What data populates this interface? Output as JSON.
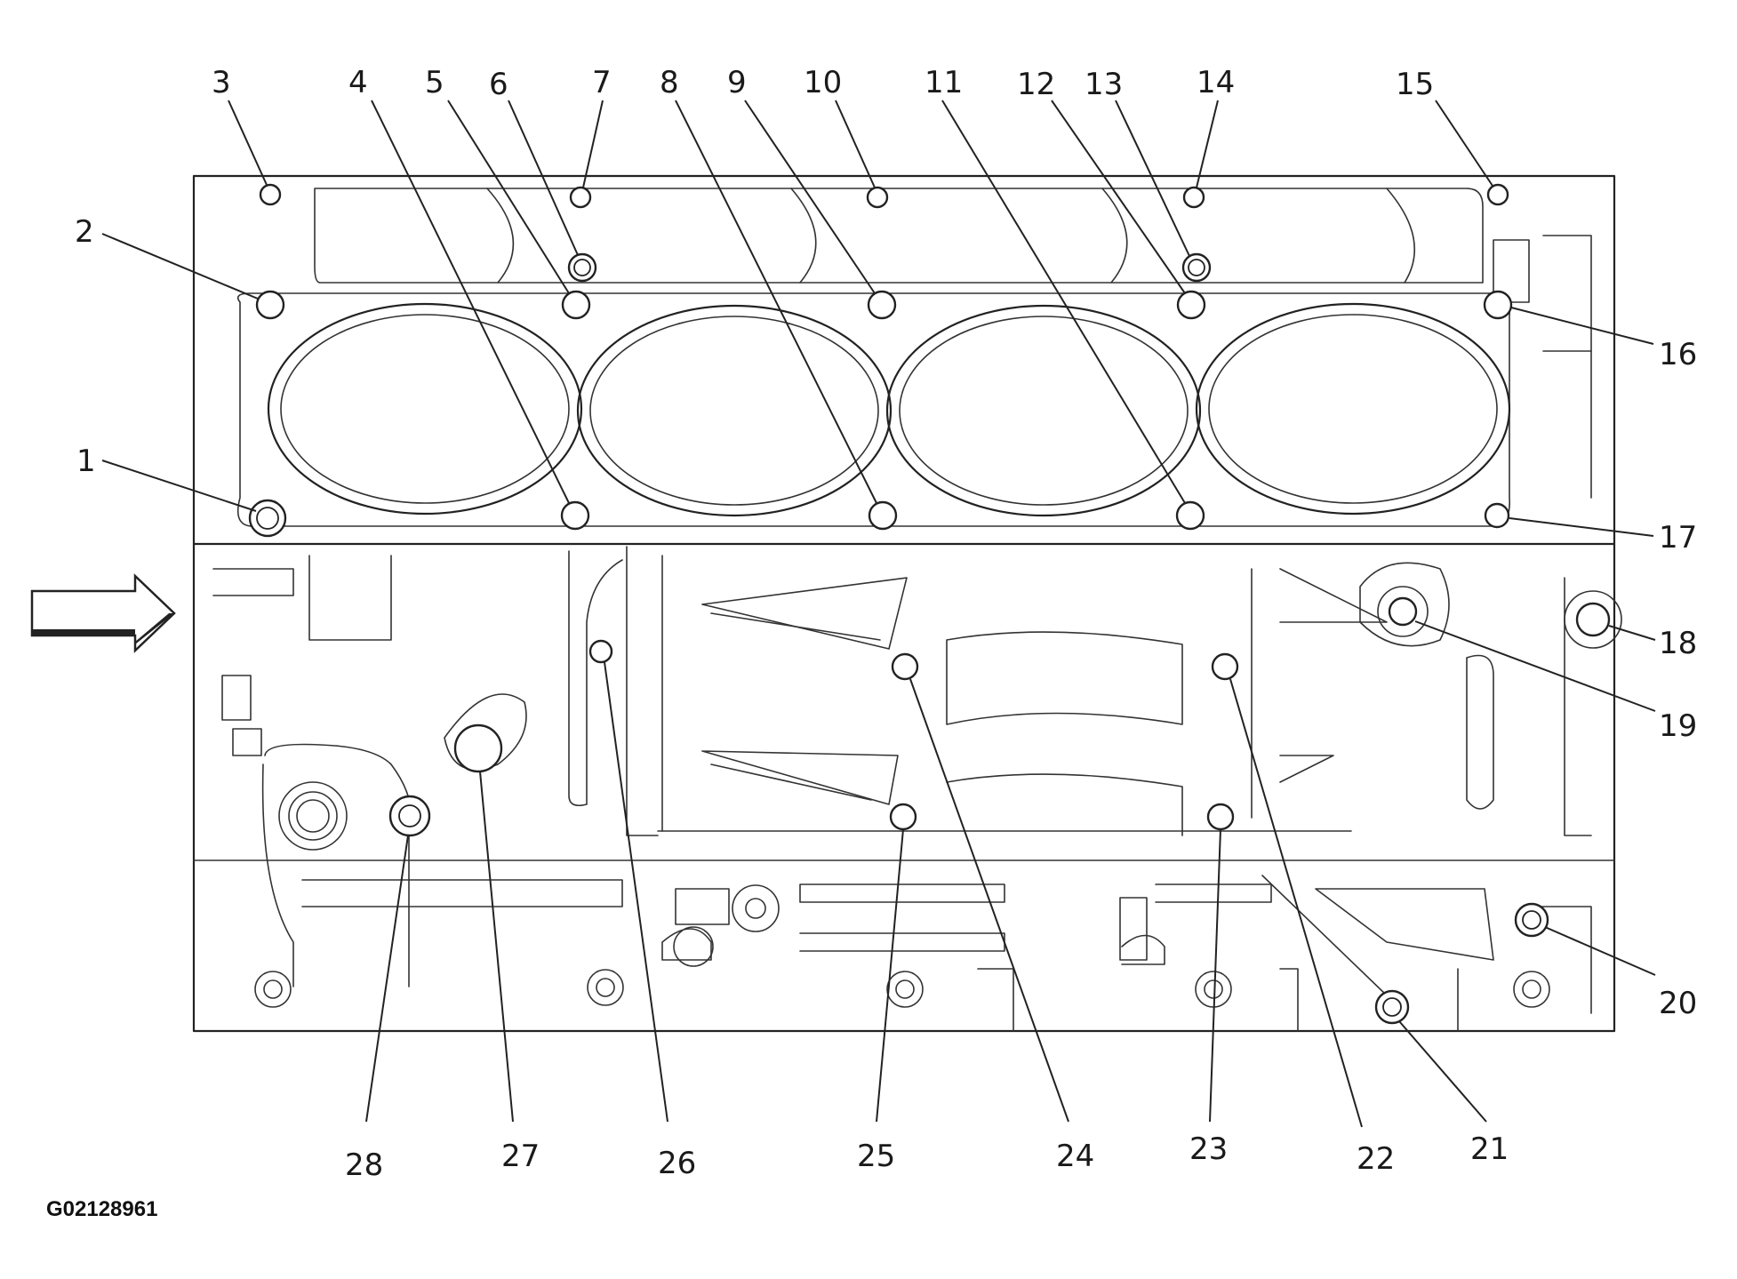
{
  "figure_id": "G02128961",
  "callouts": [
    {
      "label": "1"
    },
    {
      "label": "2"
    },
    {
      "label": "3"
    },
    {
      "label": "4"
    },
    {
      "label": "5"
    },
    {
      "label": "6"
    },
    {
      "label": "7"
    },
    {
      "label": "8"
    },
    {
      "label": "9"
    },
    {
      "label": "10"
    },
    {
      "label": "11"
    },
    {
      "label": "12"
    },
    {
      "label": "13"
    },
    {
      "label": "14"
    },
    {
      "label": "15"
    },
    {
      "label": "16"
    },
    {
      "label": "17"
    },
    {
      "label": "18"
    },
    {
      "label": "19"
    },
    {
      "label": "20"
    },
    {
      "label": "21"
    },
    {
      "label": "22"
    },
    {
      "label": "23"
    },
    {
      "label": "24"
    },
    {
      "label": "25"
    },
    {
      "label": "26"
    },
    {
      "label": "27"
    },
    {
      "label": "28"
    }
  ],
  "front_arrow": {
    "icon": "arrow-right-icon"
  }
}
